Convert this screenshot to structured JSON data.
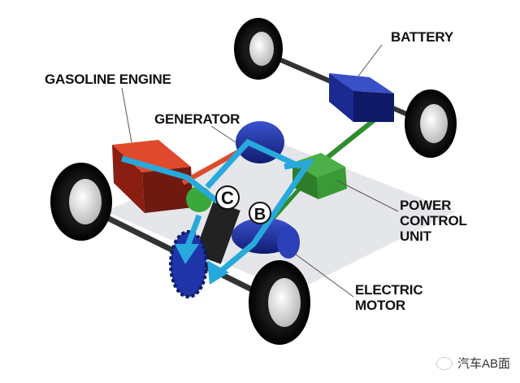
{
  "labels": {
    "battery": "BATTERY",
    "gasoline_engine": "GASOLINE ENGINE",
    "generator": "GENERATOR",
    "power_control_unit": [
      "POWER",
      "CONTROL",
      "UNIT"
    ],
    "electric_motor": [
      "ELECTRIC",
      "MOTOR"
    ]
  },
  "markers": {
    "c": "C",
    "b": "B"
  },
  "watermark": "汽车AB面",
  "colors": {
    "flow": "#27a9dc",
    "engine": "#c8311e",
    "motor": "#1d2f9a",
    "pcu": "#3a9a35"
  }
}
